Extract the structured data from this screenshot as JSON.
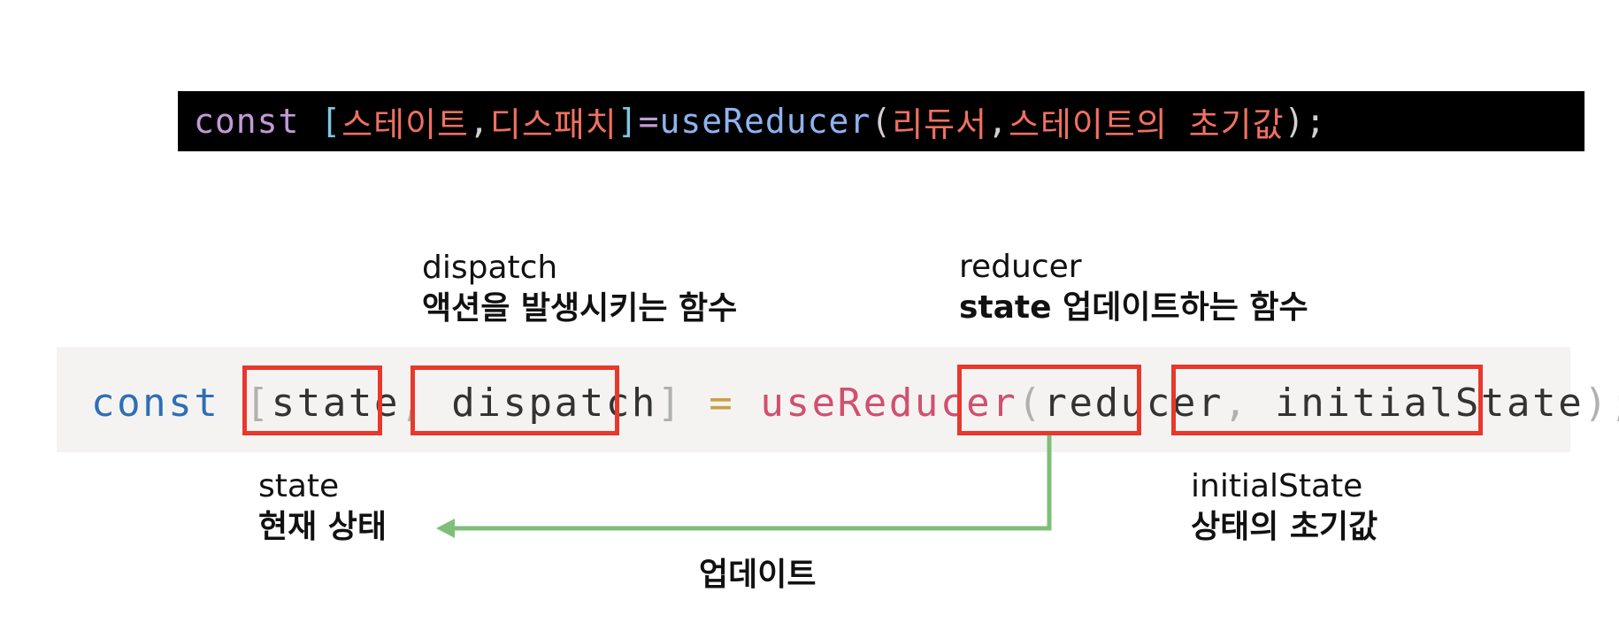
{
  "banner": {
    "kw": "const",
    "open_bracket": "[",
    "state_ko": "스테이트",
    "comma1": ", ",
    "dispatch_ko": "디스패치",
    "close_bracket": "]",
    "eq": " = ",
    "fn": "useReducer",
    "open_paren": "(",
    "reducer_ko": "리듀서",
    "comma2": ", ",
    "initial_ko": "스테이트의 초기값",
    "close": ");"
  },
  "code": {
    "kw": "const",
    "open_bracket": "[",
    "state": "state",
    "comma1": ",",
    "dispatch": "dispatch",
    "close_bracket": "]",
    "eq": "=",
    "fn": "useReducer",
    "open_paren": "(",
    "reducer": "reducer",
    "comma2": ",",
    "initial": "initialState",
    "close": ");"
  },
  "labels": {
    "dispatch": {
      "en": "dispatch",
      "ko": "액션을 발생시키는 함수"
    },
    "reducer": {
      "en": "reducer",
      "ko": "state 업데이트하는 함수"
    },
    "state": {
      "en": "state",
      "ko": "현재 상태"
    },
    "initial": {
      "en": "initialState",
      "ko": "상태의 초기값"
    },
    "update": "업데이트"
  },
  "colors": {
    "highlight": "#e8382c",
    "arrow": "#7fbf7a",
    "banner_bg": "#000000",
    "strip_bg": "#f5f3f2"
  }
}
